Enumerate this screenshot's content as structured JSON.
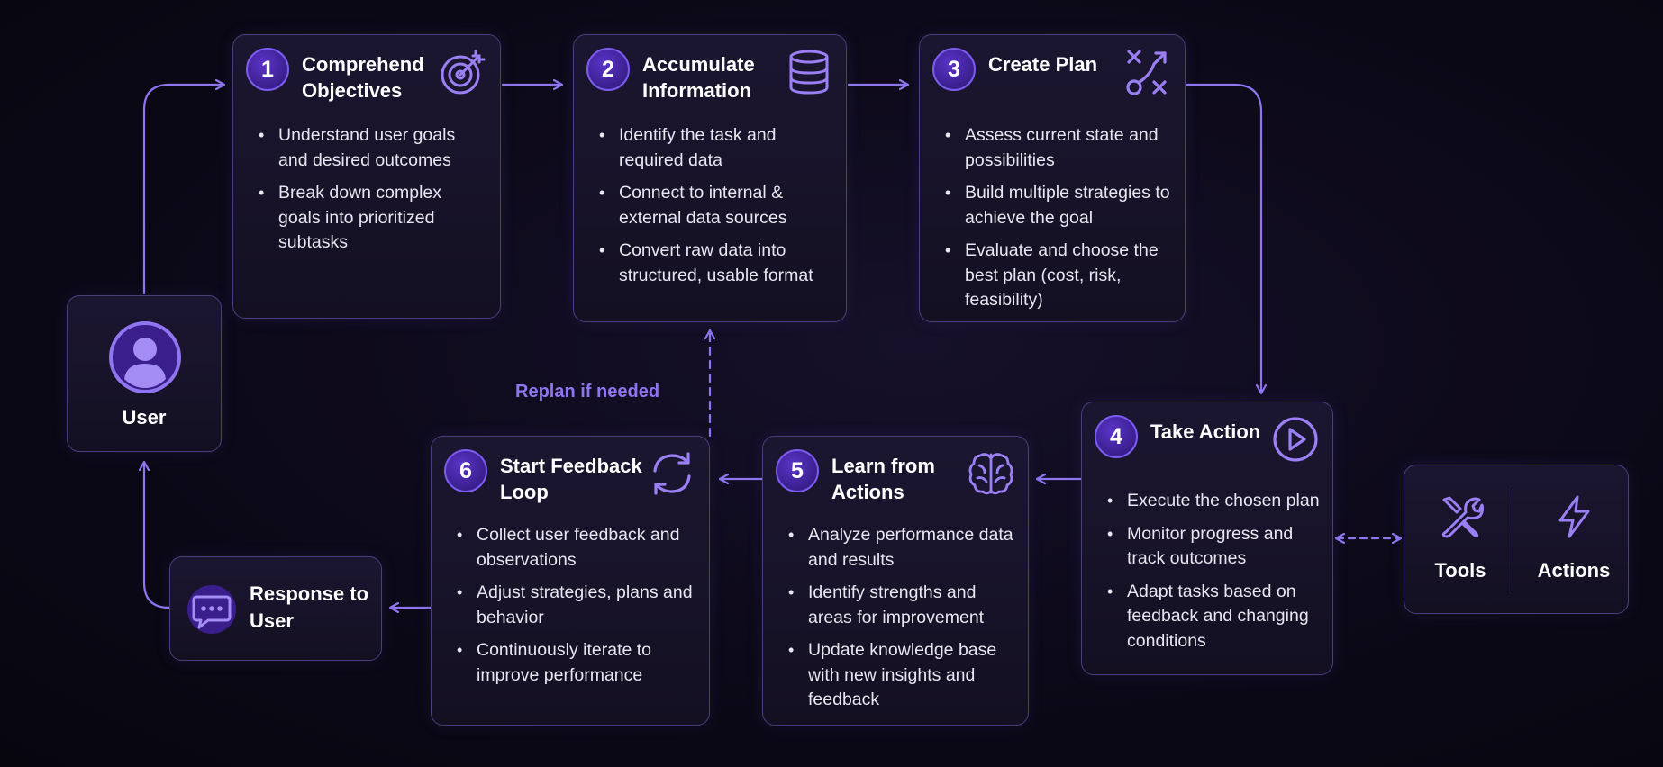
{
  "user": {
    "label": "User"
  },
  "steps": [
    {
      "number": "1",
      "title": "Comprehend Objectives",
      "icon": "target-icon",
      "bullets": [
        "Understand user goals and desired outcomes",
        "Break down complex goals into prioritized subtasks"
      ]
    },
    {
      "number": "2",
      "title": "Accumulate Information",
      "icon": "database-icon",
      "bullets": [
        "Identify the task and required data",
        "Connect to internal & external data sources",
        "Convert raw data into structured, usable format"
      ]
    },
    {
      "number": "3",
      "title": "Create Plan",
      "icon": "strategy-icon",
      "bullets": [
        "Assess current state and possibilities",
        "Build multiple strategies to achieve the goal",
        "Evaluate and choose the best plan (cost, risk, feasibility)"
      ]
    },
    {
      "number": "4",
      "title": "Take Action",
      "icon": "play-icon",
      "bullets": [
        "Execute the chosen plan",
        "Monitor progress and track outcomes",
        "Adapt tasks based on feedback and changing conditions"
      ]
    },
    {
      "number": "5",
      "title": "Learn from Actions",
      "icon": "brain-icon",
      "bullets": [
        "Analyze performance data and results",
        "Identify strengths and areas for improvement",
        "Update knowledge base with new insights and feedback"
      ]
    },
    {
      "number": "6",
      "title": "Start Feedback Loop",
      "icon": "refresh-icon",
      "bullets": [
        "Collect user feedback and observations",
        "Adjust strategies, plans and behavior",
        "Continuously iterate to improve performance"
      ]
    }
  ],
  "response": {
    "label": "Response to User",
    "icon": "chat-icon"
  },
  "tools_panel": {
    "tools_label": "Tools",
    "actions_label": "Actions",
    "tools_icon": "tools-icon",
    "actions_icon": "lightning-icon"
  },
  "replan_label": "Replan if needed",
  "colors": {
    "accent": "#8f76f0",
    "background": "#0c0918",
    "card_border": "#4a3f7c",
    "number_fill": "#4a28a8"
  }
}
